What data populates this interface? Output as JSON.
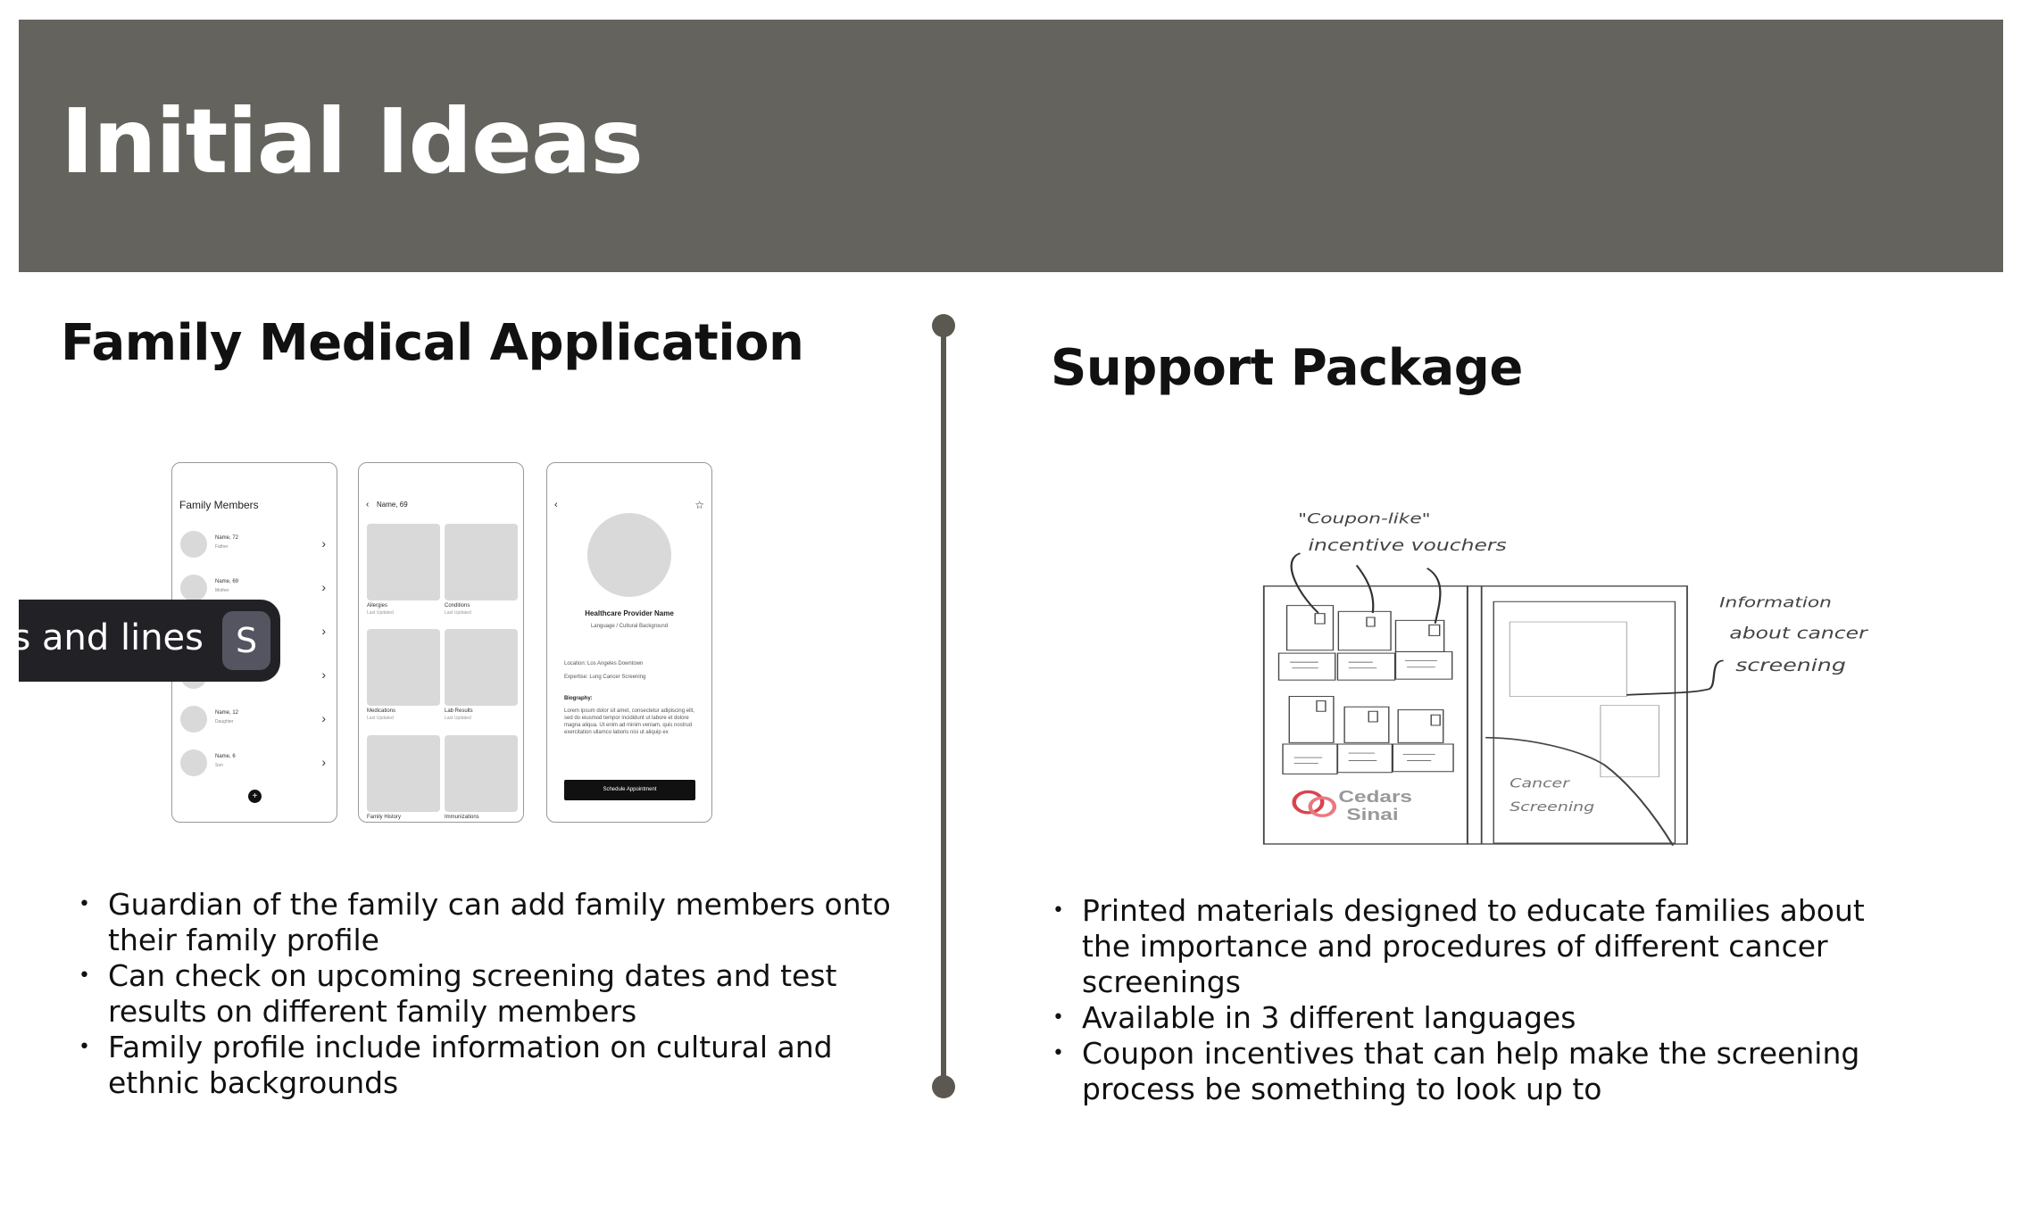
{
  "slide": {
    "title": "Initial Ideas",
    "left_heading": "Family Medical Application",
    "right_heading": "Support Package"
  },
  "phones": {
    "family": {
      "title": "Family Members",
      "members": [
        {
          "name": "Name, 72",
          "role": "Father"
        },
        {
          "name": "Name, 69",
          "role": "Mother"
        },
        {
          "name": "",
          "role": ""
        },
        {
          "name": "",
          "role": ""
        },
        {
          "name": "Name, 12",
          "role": "Daughter"
        },
        {
          "name": "Name, 6",
          "role": "Son"
        }
      ],
      "add_label": "+"
    },
    "profile": {
      "back": "‹",
      "name": "Name, 69",
      "tiles": [
        {
          "label": "Allergies",
          "sub": "Last Updated"
        },
        {
          "label": "Conditions",
          "sub": "Last Updated"
        },
        {
          "label": "Medications",
          "sub": "Last Updated"
        },
        {
          "label": "Lab Results",
          "sub": "Last Updated"
        },
        {
          "label": "Family History",
          "sub": ""
        },
        {
          "label": "Immunizations",
          "sub": ""
        }
      ]
    },
    "provider": {
      "back": "‹",
      "star": "☆",
      "name": "Healthcare Provider Name",
      "language": "Language / Cultural Background",
      "location": "Location: Los Angeles Downtown",
      "expertise": "Expertise: Lung Cancer Screening",
      "bio_label": "Biography:",
      "bio": "Lorem ipsum dolor sit amet, consectetur adipiscing elit, sed do eiusmod tempor incididunt ut labore et dolore magna aliqua. Ut enim ad minim veniam, quis nostrud exercitation ullamco laboris nisi ut aliquip ex",
      "button": "Schedule Appointment"
    }
  },
  "tooltip": {
    "text": "es and lines",
    "shortcut": "S"
  },
  "sketch": {
    "voucher_note_1": "\"Coupon-like\"",
    "voucher_note_2": "incentive vouchers",
    "info_note_1": "Information",
    "info_note_2": "about cancer",
    "info_note_3": "screening",
    "pocket_1": "Cancer",
    "pocket_2": "Screening",
    "logo_1": "Cedars",
    "logo_2": "Sinai",
    "logo_color": "#d9434e"
  },
  "left_bullets": [
    "Guardian of the family can add family members onto their family profile",
    "Can check on upcoming screening dates and test results on different family members",
    "Family profile include information on cultural and ethnic backgrounds"
  ],
  "right_bullets": [
    "Printed materials designed to educate families about the importance and procedures of different cancer screenings",
    "Available in 3 different languages",
    "Coupon incentives that can help make the screening process be something to look up to"
  ],
  "colors": {
    "header": "#65635d",
    "divider": "#5a5850",
    "tooltip": "#222226"
  }
}
